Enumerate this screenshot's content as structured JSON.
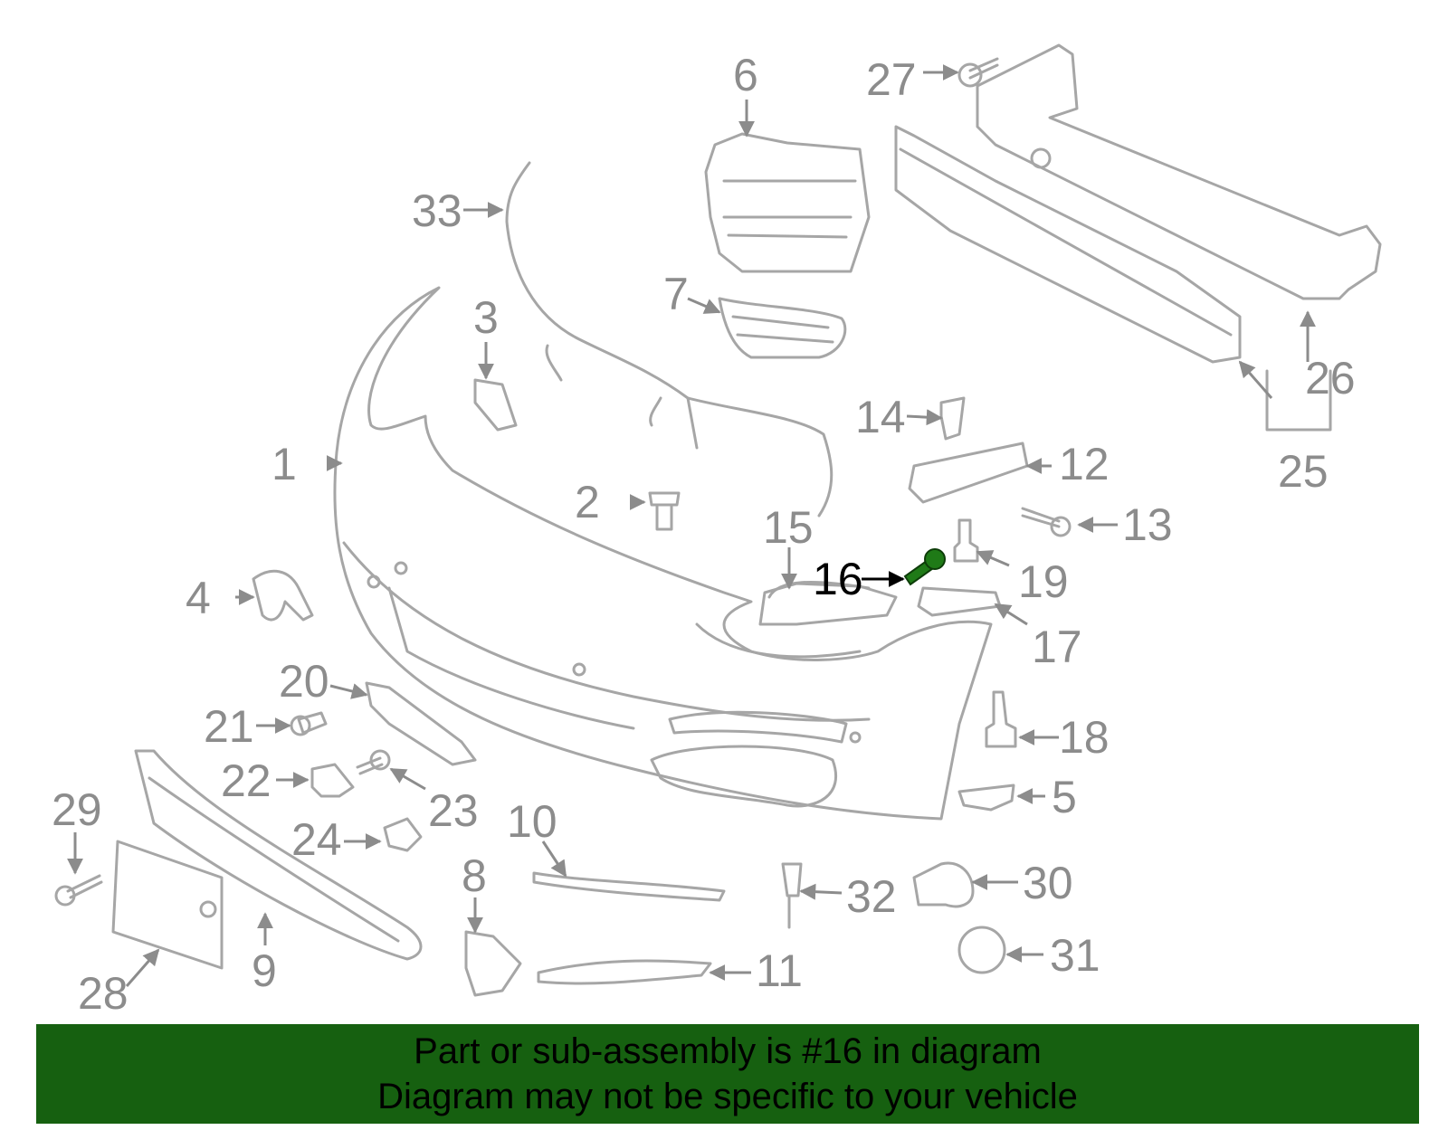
{
  "diagram": {
    "highlight_part": "16",
    "colors": {
      "part_stroke": "#a6a6a6",
      "label": "#8c8c8c",
      "highlight": "#1f7a17",
      "highlight_label": "#000000",
      "banner": "#166010"
    },
    "labels": {
      "p1": "1",
      "p2": "2",
      "p3": "3",
      "p4": "4",
      "p5": "5",
      "p6": "6",
      "p7": "7",
      "p8": "8",
      "p9": "9",
      "p10": "10",
      "p11": "11",
      "p12": "12",
      "p13": "13",
      "p14": "14",
      "p15": "15",
      "p16": "16",
      "p17": "17",
      "p18": "18",
      "p19": "19",
      "p20": "20",
      "p21": "21",
      "p22": "22",
      "p23": "23",
      "p24": "24",
      "p25": "25",
      "p26": "26",
      "p27": "27",
      "p28": "28",
      "p29": "29",
      "p30": "30",
      "p31": "31",
      "p32": "32",
      "p33": "33"
    }
  },
  "banner": {
    "line1": "Part or sub-assembly is #16 in diagram",
    "line2": "Diagram may not be specific to your vehicle"
  }
}
